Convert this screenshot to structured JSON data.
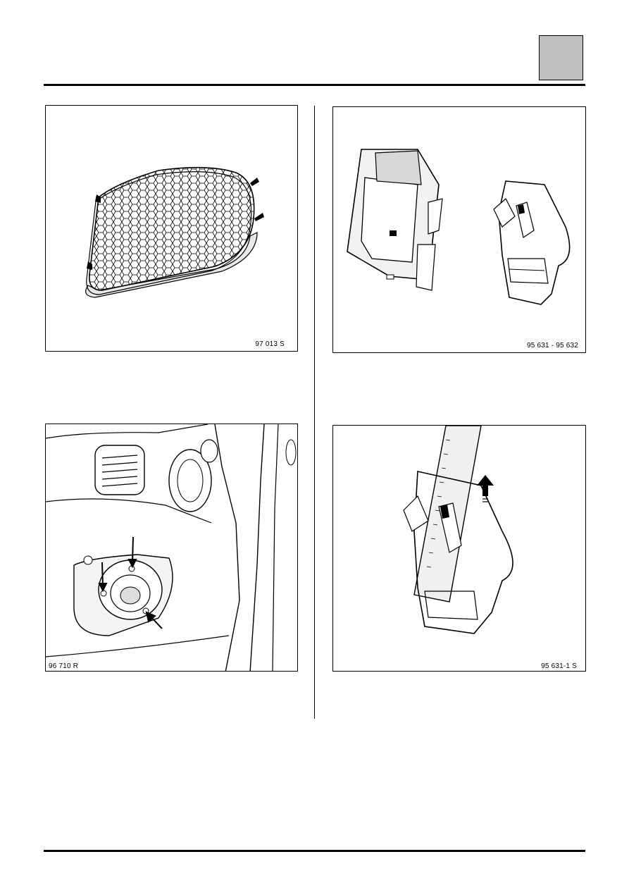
{
  "figures": {
    "fig1": {
      "ref": "97 013 S"
    },
    "fig2": {
      "ref": "95 631 - 95 632"
    },
    "fig3": {
      "ref": "96 710 R"
    },
    "fig4": {
      "ref": "95 631-1 S"
    }
  }
}
